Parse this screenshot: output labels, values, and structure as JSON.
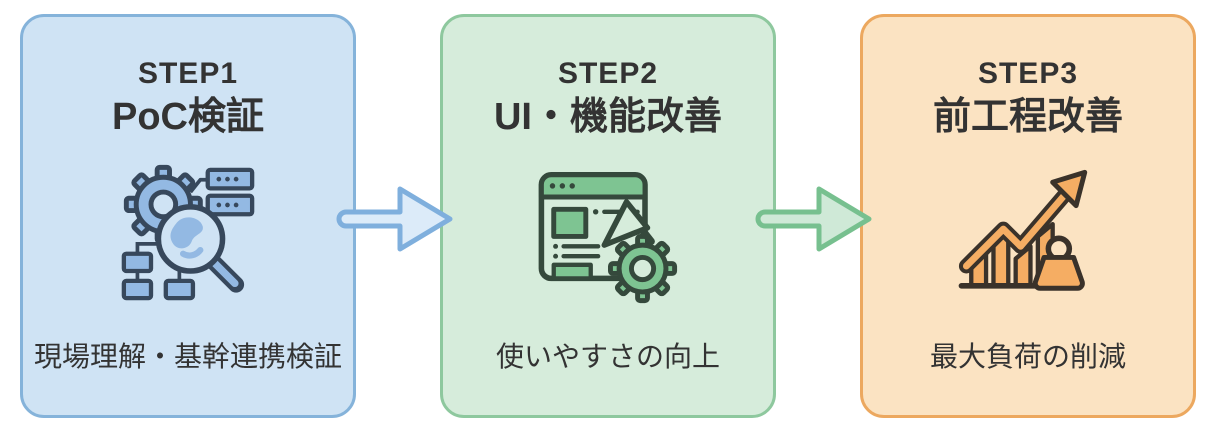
{
  "diagram": {
    "background": "#ffffff",
    "text_color": "#333333"
  },
  "steps": [
    {
      "label": "STEP1",
      "title": "PoC検証",
      "caption": "現場理解・基幹連携検証",
      "icon": "gear-magnifier-analysis-icon",
      "colors": {
        "bg": "#cfe3f4",
        "border": "#85b3da",
        "icon_fill": "#93b9e3",
        "icon_stroke": "#37485c"
      }
    },
    {
      "label": "STEP2",
      "title": "UI・機能改善",
      "caption": "使いやすさの向上",
      "icon": "browser-cursor-gear-icon",
      "colors": {
        "bg": "#d6ecdb",
        "border": "#8ec89e",
        "icon_fill": "#7ec492",
        "icon_stroke": "#35493c"
      }
    },
    {
      "label": "STEP3",
      "title": "前工程改善",
      "caption": "最大負荷の削減",
      "icon": "growth-chart-weight-icon",
      "colors": {
        "bg": "#fbe3c2",
        "border": "#eca85f",
        "icon_fill": "#f5ad63",
        "icon_stroke": "#3a322a"
      }
    }
  ],
  "arrows": [
    {
      "direction": "right",
      "stroke": "#7fafdd",
      "fill": "#dcebf9"
    },
    {
      "direction": "right",
      "stroke": "#77c08f",
      "fill": "#cfe9d7"
    }
  ]
}
